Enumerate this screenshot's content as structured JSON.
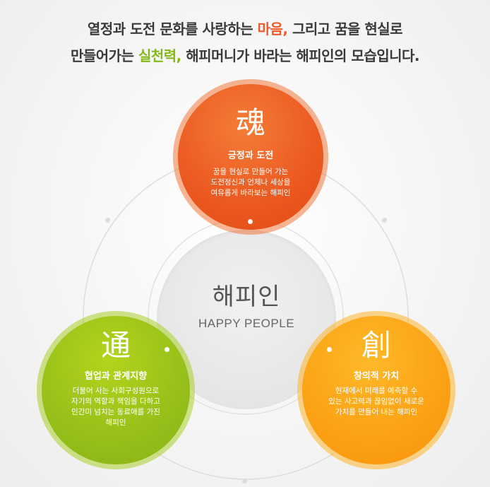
{
  "headline": {
    "line1_pre": "열정과 도전 문화를 사랑하는 ",
    "line1_accent": "마음,",
    "line1_post": " 그리고 꿈을 현실로",
    "line2_pre": "만들어가는 ",
    "line2_accent": "실천력,",
    "line2_post": " 해피머니가 바라는 해피인의 모습입니다."
  },
  "center": {
    "title": "해피인",
    "subtitle": "HAPPY PEOPLE"
  },
  "values": {
    "top": {
      "glyph": "魂",
      "title": "긍정과 도전",
      "desc": [
        "꿈을 현실로 만들어 가는",
        "도전정신과 언제나 세상을",
        "여유롭게 바라보는 해피인"
      ],
      "color": "#ec5b22"
    },
    "left": {
      "glyph": "通",
      "title": "협업과 관계지향",
      "desc": [
        "더불어 사는 사회구성원으로",
        "자기의 역할과 책임을 다하고",
        "인간미 넘치는 동료애를 가진",
        "해피인"
      ],
      "color": "#98c11a"
    },
    "right": {
      "glyph": "創",
      "title": "창의적 가치",
      "desc": [
        "현재에서 미래를 예측할 수",
        "있는 사고력과 끊임없이 새로운",
        "가치를 만들어 내는 해피인"
      ],
      "color": "#fca315"
    }
  },
  "colors": {
    "accent_orange": "#f05a28",
    "accent_green": "#86b817",
    "text": "#3a3a3a"
  }
}
